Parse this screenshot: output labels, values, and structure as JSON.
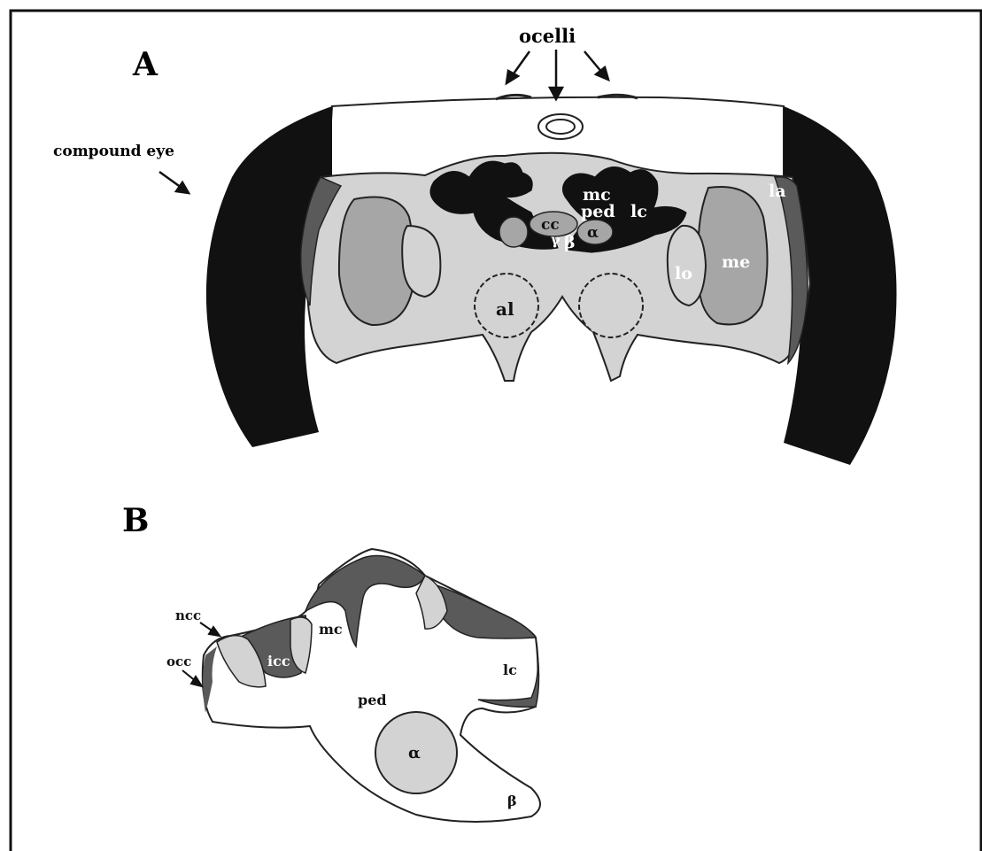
{
  "panels": {
    "a": {
      "letter": "A"
    },
    "b": {
      "letter": "B"
    }
  },
  "labels": {
    "ocelli": "ocelli",
    "compound_eye": "compound eye",
    "mc": "mc",
    "ped": "ped",
    "lc": "lc",
    "cc": "cc",
    "alpha": "α",
    "beta": "β",
    "gamma": "γ",
    "la": "la",
    "lo": "lo",
    "me": "me",
    "al": "al"
  },
  "labels_b": {
    "ncc": "ncc",
    "occ": "occ",
    "icc": "icc",
    "mc": "mc",
    "lc": "lc",
    "ped": "ped",
    "alpha": "α",
    "beta": "β"
  },
  "colors": {
    "black": "#111111",
    "light": "#d3d3d3",
    "medium": "#a6a6a6",
    "dark": "#5a5a5a",
    "outline": "#222222"
  }
}
